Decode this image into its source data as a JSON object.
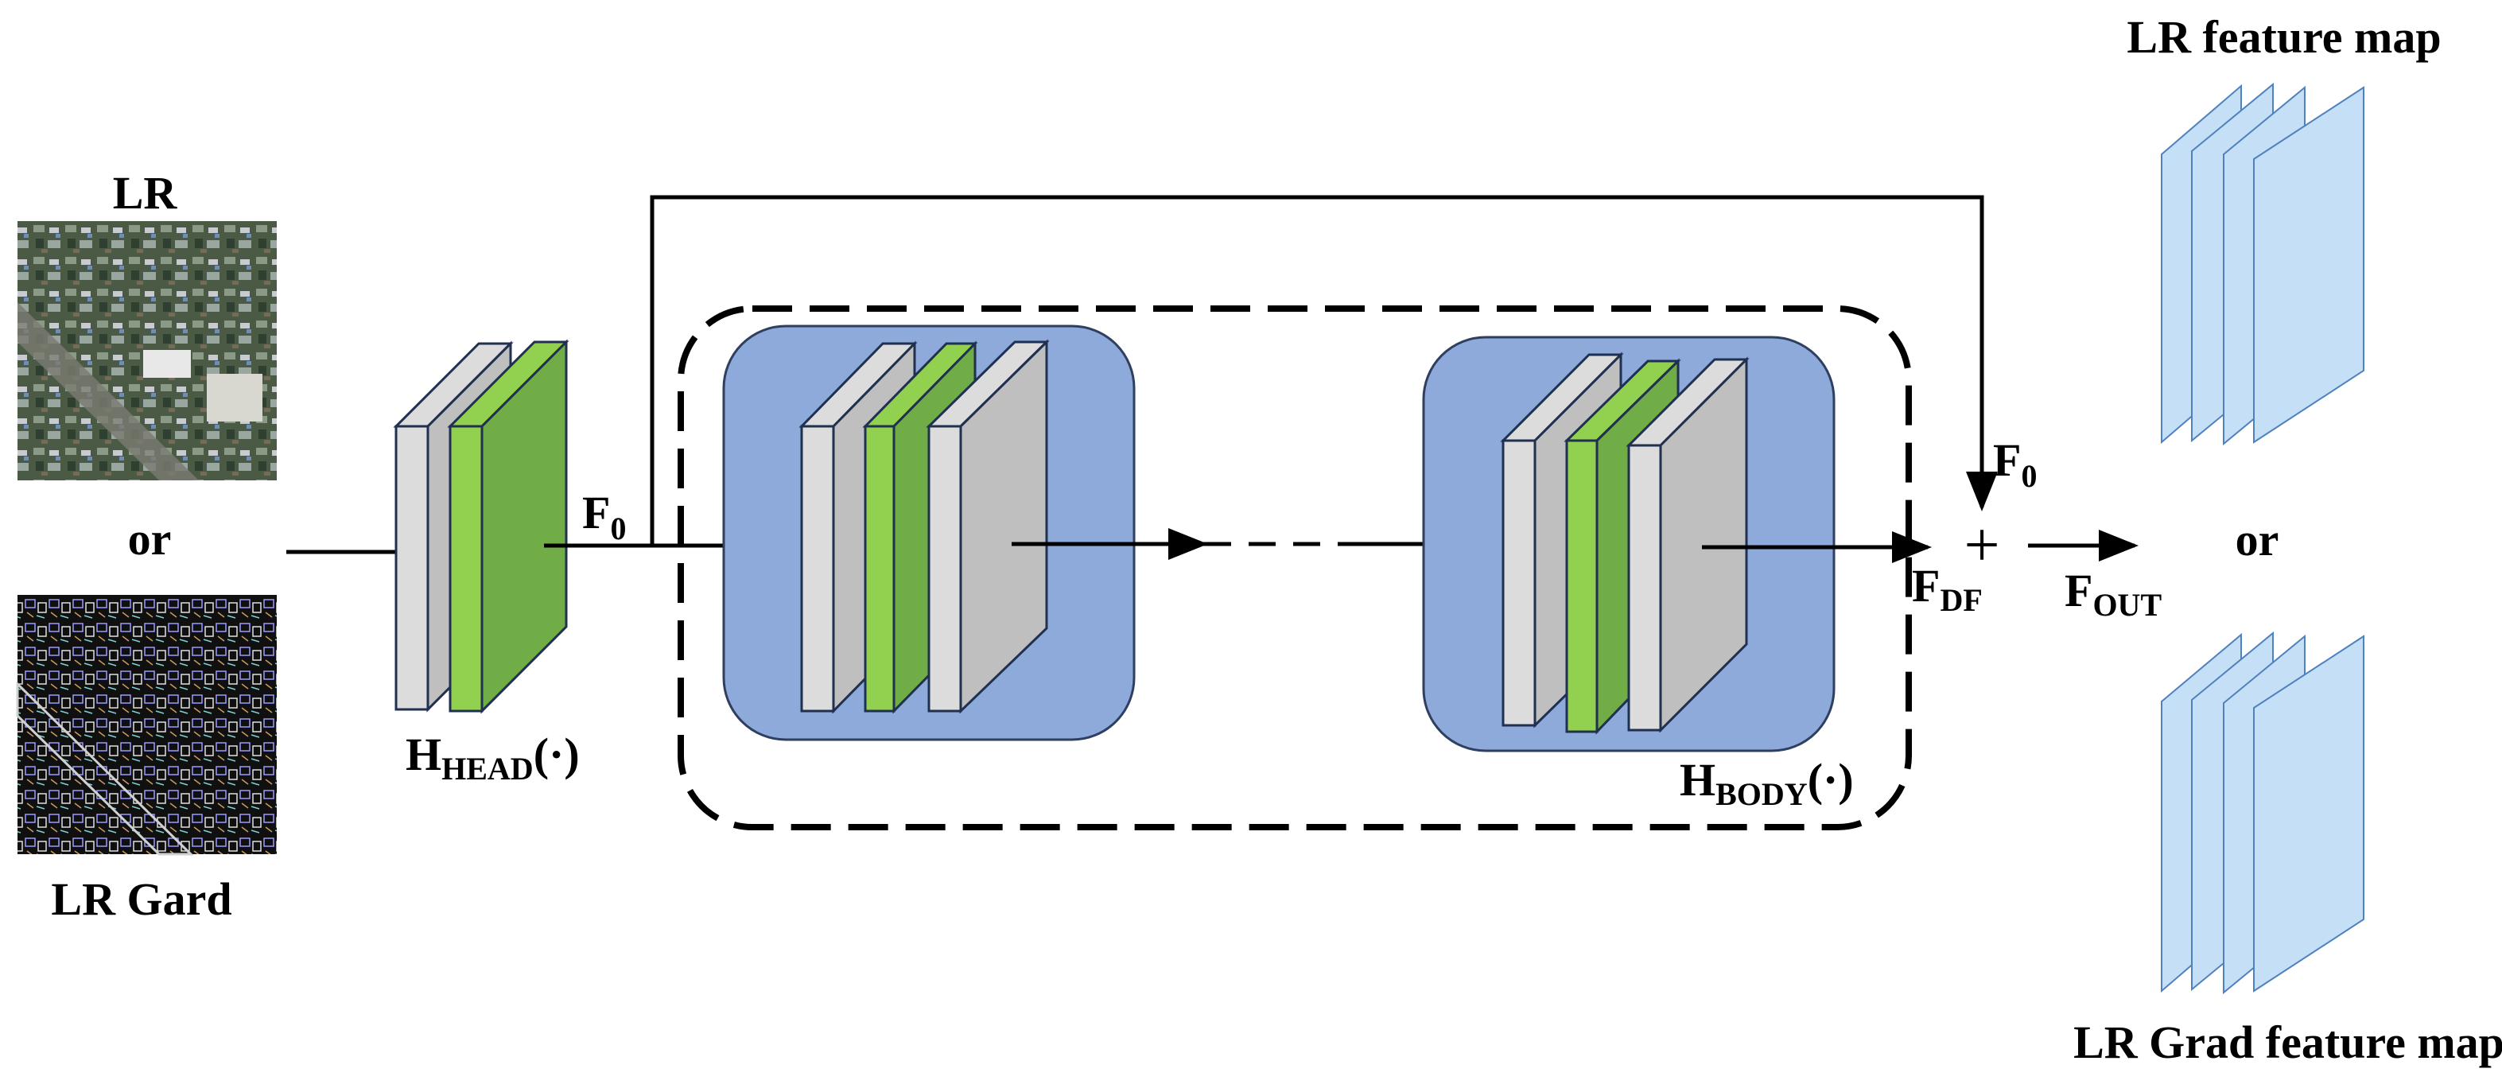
{
  "labels": {
    "lr_title": "LR",
    "or_left": "or",
    "lr_grad_title": "LR Gard",
    "f0_head": "F",
    "f0_head_sub": "0",
    "h_head_main": "H",
    "h_head_sub": "HEAD",
    "h_head_arg": "(·)",
    "h_body_main": "H",
    "h_body_sub": "BODY",
    "h_body_arg": "(·)",
    "f0_skip": "F",
    "f0_skip_sub": "0",
    "plus": "+",
    "fdf_main": "F",
    "fdf_sub": "DF",
    "fout_main": "F",
    "fout_sub": "OUT",
    "or_right": "or",
    "lr_feature_map": "LR feature map",
    "lr_grad_feature_map": "LR Grad feature map"
  },
  "colors": {
    "green_front": "#70ad47",
    "green_side": "#92d050",
    "gray_front": "#bfbfbf",
    "gray_side": "#dcdcdc",
    "block_bg": "#8eaadb",
    "block_border": "#2f3f5f",
    "feature_map": "#c5dff7",
    "feature_map_stroke": "#4f81bd"
  }
}
